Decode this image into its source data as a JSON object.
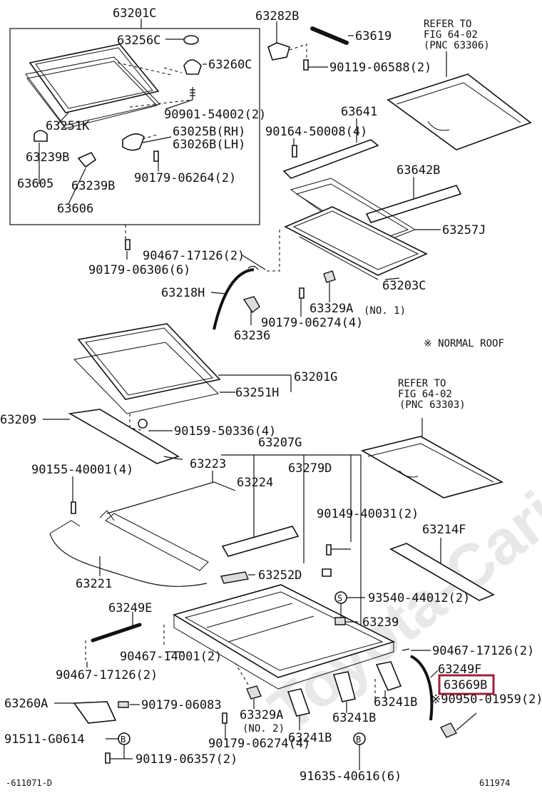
{
  "watermark": "Toyota-Carinfo.ru",
  "labels": {
    "l63201C": "63201C",
    "l63256C": "63256C",
    "l63260C": "63260C",
    "l63251K": "63251K",
    "l90901": "90901-54002(2)",
    "l63025B": "63025B(RH)",
    "l63026B": "63026B(LH)",
    "l63239B_1": "63239B",
    "l63605": "63605",
    "l63239B_2": "63239B",
    "l63606": "63606",
    "l90179_06264": "90179-06264(2)",
    "l63282B": "63282B",
    "l63619": "63619",
    "l90119_06588": "90119-06588(2)",
    "refer1_a": "REFER TO",
    "refer1_b": "FIG 64-02",
    "refer1_c": "(PNC 63306)",
    "l63641": "63641",
    "l90164": "90164-50008(4)",
    "l63642B": "63642B",
    "l63257J": "63257J",
    "l90467_17126_a": "90467-17126(2)",
    "l90179_06306": "90179-06306(6)",
    "l63218H": "63218H",
    "l63203C": "63203C",
    "l63329A_1": "63329A",
    "no1": "(NO. 1)",
    "l90179_06274_a": "90179-06274(4)",
    "l63236": "63236",
    "normal_roof": "※ NORMAL ROOF",
    "l63201G": "63201G",
    "l63251H": "63251H",
    "refer2_a": "REFER TO",
    "refer2_b": "FIG 64-02",
    "refer2_c": "(PNC 63303)",
    "l63209": "63209",
    "l90159": "90159-50336(4)",
    "l63207G": "63207G",
    "l90155": "90155-40001(4)",
    "l63223": "63223",
    "l63224": "63224",
    "l63279D": "63279D",
    "l90149": "90149-40031(2)",
    "l63214F": "63214F",
    "l63221": "63221",
    "l63252D": "63252D",
    "l93540": "93540-44012(2)",
    "l63249E": "63249E",
    "l63239": "63239",
    "l90467_14001": "90467-14001(2)",
    "l90467_17126_b": "90467-17126(2)",
    "l90467_17126_c": "90467-17126(2)",
    "l63249F": "63249F",
    "l63669": "63669B",
    "l90950": "※90950-01959(2)",
    "l63241B_1": "63241B",
    "l63260A": "63260A",
    "l90179_06083": "90179-06083",
    "l63329A_2": "63329A",
    "no2": "(NO. 2)",
    "l91511": "91511-G0614",
    "l90179_06274_b": "90179-06274(4)",
    "l63241B_2": "63241B",
    "l63241B_3": "63241B",
    "l90119_06357": "90119-06357(2)",
    "l91635": "91635-40616(6)",
    "code_left": "-611071-D",
    "code_right": "611974",
    "circ_s": "S",
    "circ_b1": "B",
    "circ_b2": "B"
  },
  "highlight": {
    "color": "#a0203a"
  }
}
